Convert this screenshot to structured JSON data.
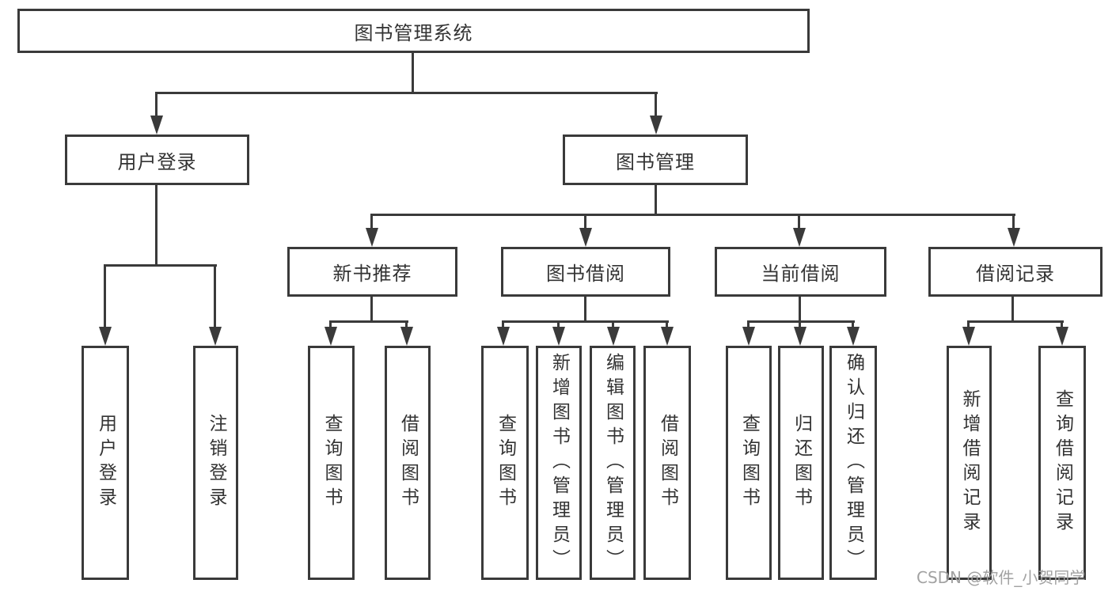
{
  "colors": {
    "line": "#3a3a3a",
    "text": "#333333",
    "watermark_gray": "#a2a2a2",
    "background": "#ffffff"
  },
  "tree": {
    "root": {
      "label": "图书管理系统"
    },
    "branches": [
      {
        "label": "用户登录",
        "children": [
          {
            "label": "用户登录"
          },
          {
            "label": "注销登录"
          }
        ]
      },
      {
        "label": "图书管理",
        "children": [
          {
            "label": "新书推荐",
            "children": [
              {
                "label": "查询图书"
              },
              {
                "label": "借阅图书"
              }
            ]
          },
          {
            "label": "图书借阅",
            "children": [
              {
                "label": "查询图书"
              },
              {
                "label": "新增图书（管理员）"
              },
              {
                "label": "编辑图书（管理员）"
              },
              {
                "label": "借阅图书"
              }
            ]
          },
          {
            "label": "当前借阅",
            "children": [
              {
                "label": "查询图书"
              },
              {
                "label": "归还图书"
              },
              {
                "label": "确认归还（管理员）"
              }
            ]
          },
          {
            "label": "借阅记录",
            "children": [
              {
                "label": "新增借阅记录"
              },
              {
                "label": "查询借阅记录"
              }
            ]
          }
        ]
      }
    ]
  },
  "watermark": {
    "text": "CSDN @软件_小贺同学"
  }
}
